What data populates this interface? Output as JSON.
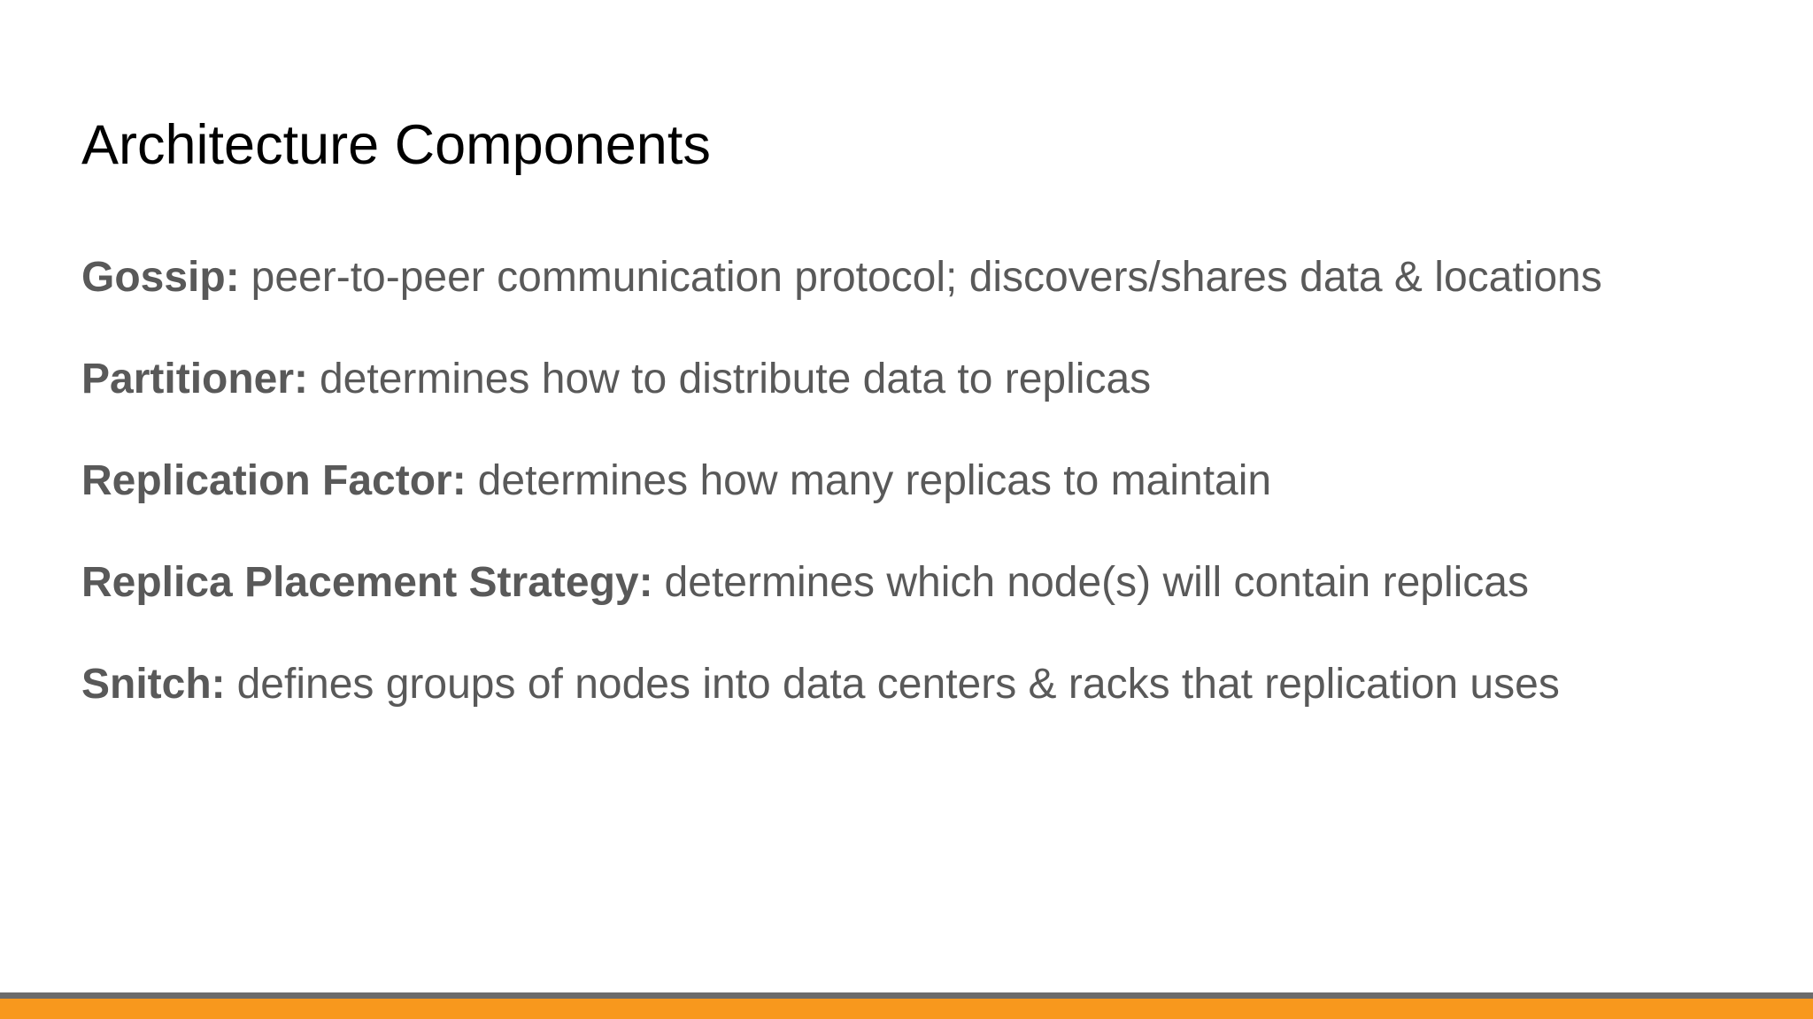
{
  "slide": {
    "title": "Architecture Components",
    "bullets": [
      {
        "term": "Gossip:",
        "description": "peer-to-peer communication protocol; discovers/shares data & locations"
      },
      {
        "term": "Partitioner:",
        "description": "determines how to distribute data to replicas"
      },
      {
        "term": "Replication Factor:",
        "description": "determines how many replicas to maintain"
      },
      {
        "term": "Replica Placement Strategy:",
        "description": "determines which node(s) will contain replicas"
      },
      {
        "term": "Snitch:",
        "description": "defines groups of nodes into data centers & racks that replication uses"
      }
    ],
    "footer": {
      "divider_color": "#6B6B6B",
      "accent_bar_color": "#F8981D"
    },
    "colors": {
      "title_text": "#000000",
      "body_text": "#595959",
      "background": "#FFFFFF"
    }
  }
}
